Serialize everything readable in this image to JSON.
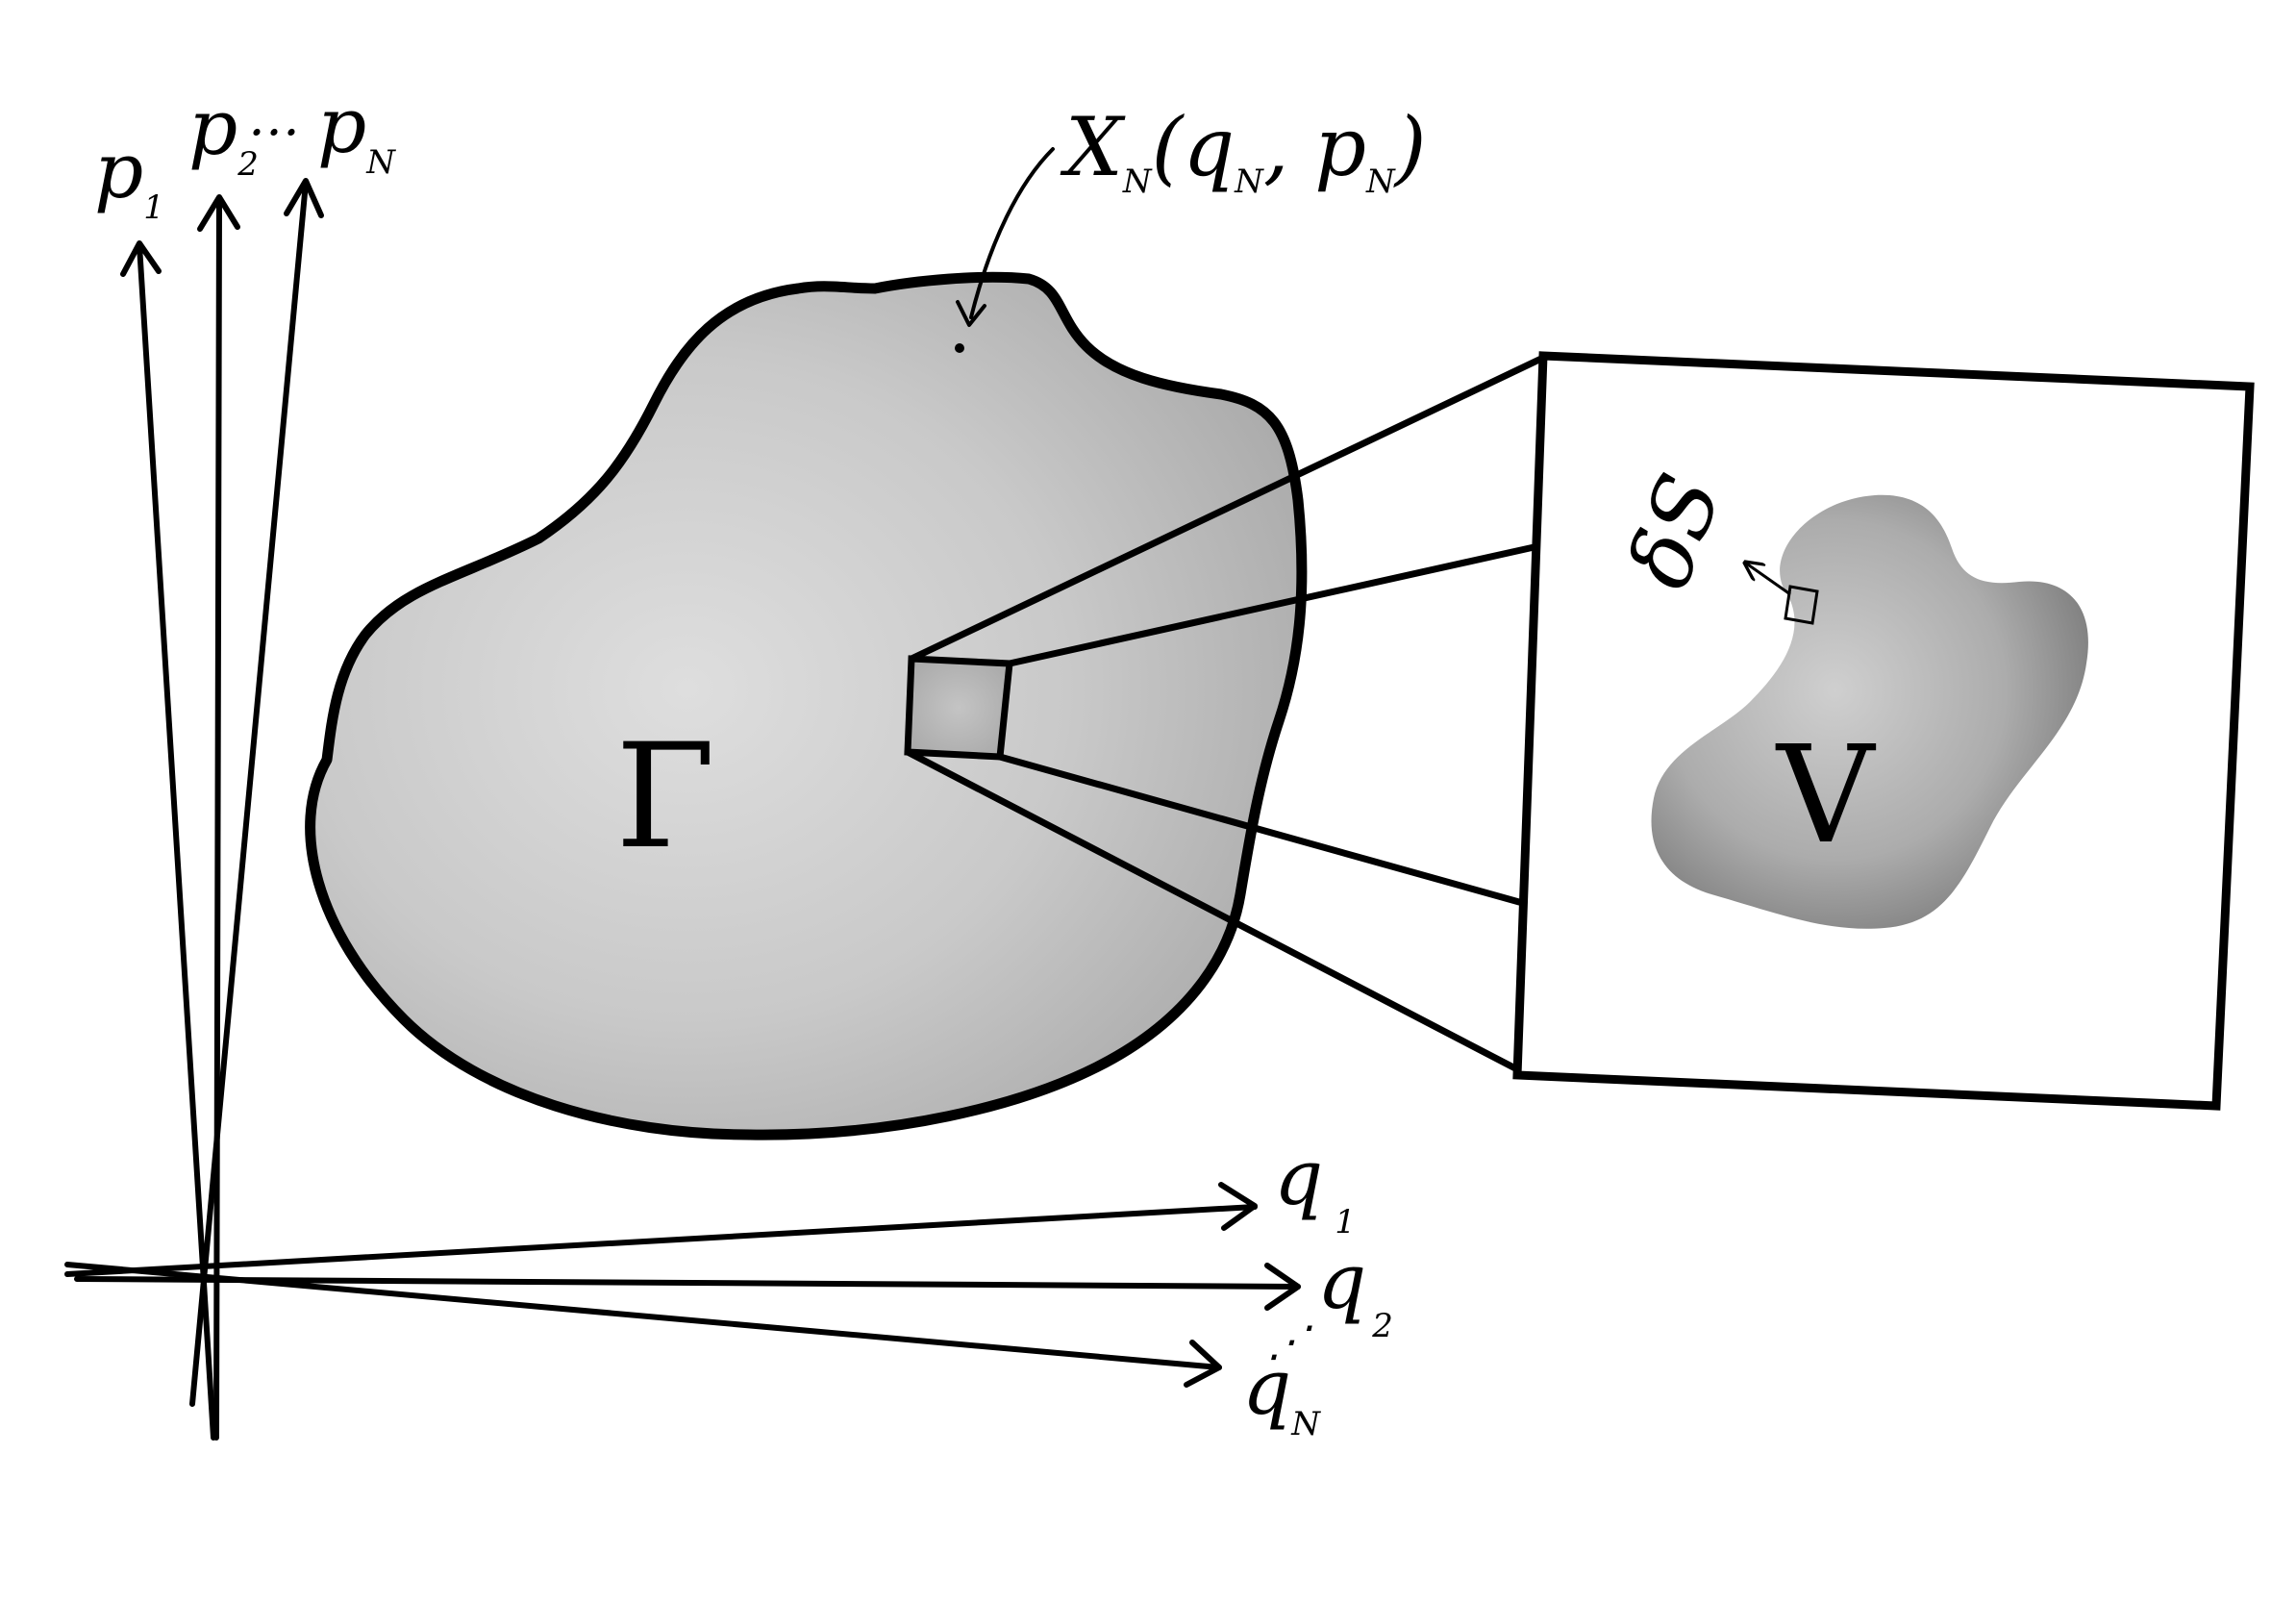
{
  "labels": {
    "p1": "p",
    "p1_sub": "1",
    "p2": "p",
    "p2_sub": "2",
    "p_dots": "…",
    "pN": "p",
    "pN_sub": "N",
    "q1": "q",
    "q1_sub": "1",
    "q2": "q",
    "q2_sub": "2",
    "qN": "q",
    "qN_sub": "N",
    "q_dots": "⋰",
    "phase_point": "X",
    "phase_point_sub": "N",
    "phase_point_args": "(q",
    "phase_point_args_sub1": "N",
    "phase_point_comma": ", p",
    "phase_point_args_sub2": "N",
    "phase_point_close": ")",
    "gamma": "Γ",
    "volume": "V",
    "surface": "δS"
  },
  "colors": {
    "ink": "#000000",
    "region_light": "#dadada",
    "region_dark": "#9c9c9c",
    "background": "#ffffff"
  }
}
